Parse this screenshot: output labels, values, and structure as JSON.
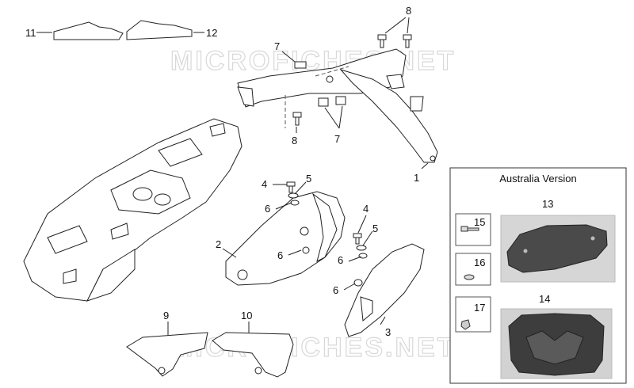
{
  "watermark": "MICROFICHES.NET",
  "callouts": {
    "c11": "11",
    "c12": "12",
    "c8a": "8",
    "c7a": "7",
    "c8b": "8",
    "c7b": "7",
    "c1": "1",
    "c4a": "4",
    "c5a": "5",
    "c6a": "6",
    "c2": "2",
    "c6b": "6",
    "c4b": "4",
    "c5b": "5",
    "c6c": "6",
    "c6d": "6",
    "c3": "3",
    "c9": "9",
    "c10": "10"
  },
  "australia": {
    "title": "Australia Version",
    "p13": "13",
    "p14": "14",
    "p15": "15",
    "p16": "16",
    "p17": "17"
  }
}
